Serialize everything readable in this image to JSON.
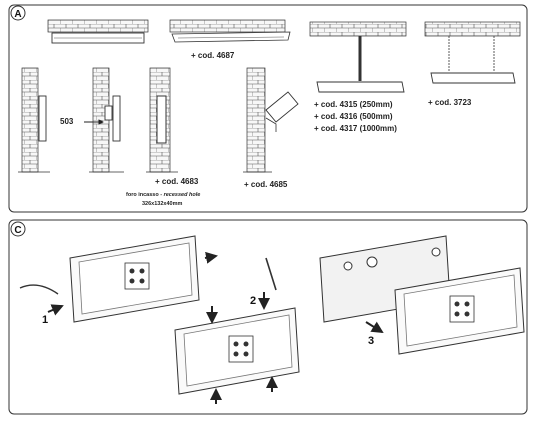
{
  "panels": {
    "a": {
      "tag": "A"
    },
    "c": {
      "tag": "C"
    }
  },
  "labels": {
    "cod_4687": "+ cod. 4687",
    "cod_4315": "+ cod. 4315 (250mm)",
    "cod_4316": "+ cod. 4316 (500mm)",
    "cod_4317": "+ cod. 4317 (1000mm)",
    "cod_3723": "+ cod. 3723",
    "dim_503": "503",
    "cod_4683": "+ cod. 4683",
    "foro_prefix": "foro incasso - ",
    "recessed": "recessed hole",
    "dims": "326x132x40mm",
    "cod_4685": "+ cod. 4685"
  },
  "steps": [
    "1",
    "2",
    "3"
  ],
  "colors": {
    "line": "#333333",
    "frame": "#888888",
    "bg": "#ffffff",
    "fill": "#f2f2f2"
  }
}
